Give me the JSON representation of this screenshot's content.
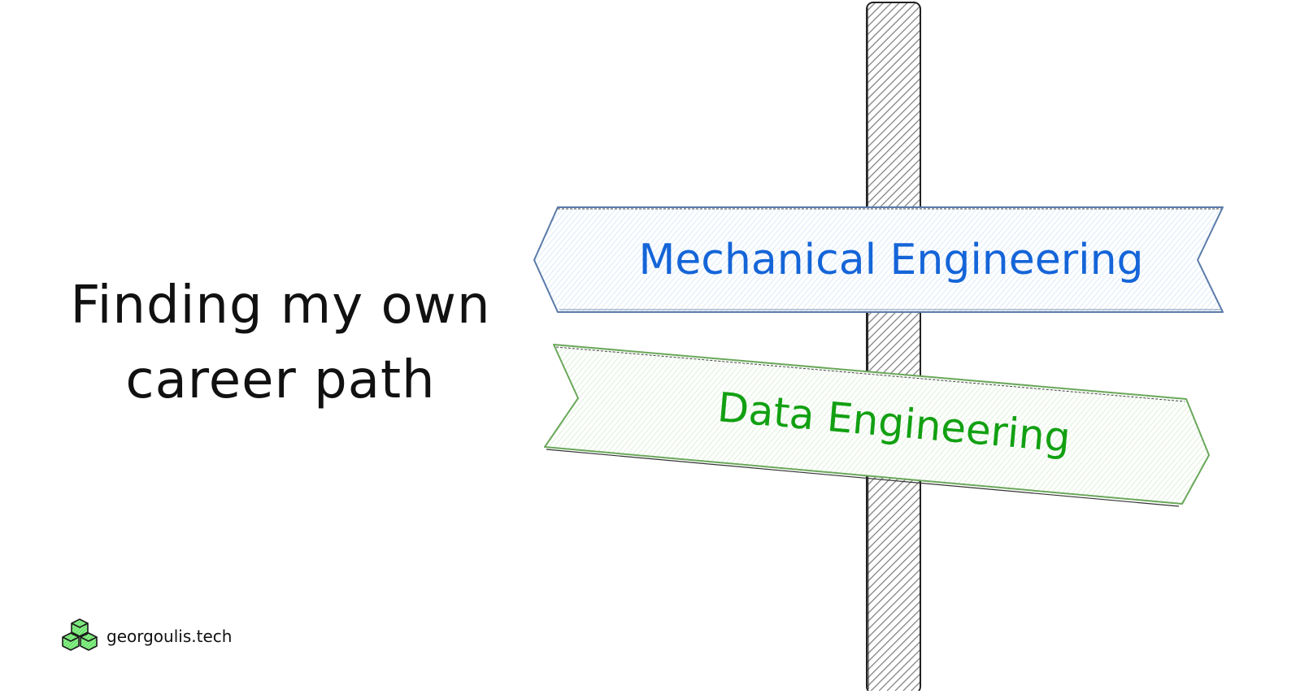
{
  "title": {
    "line1": "Finding my own",
    "line2": "career path"
  },
  "brand": {
    "icon": "green-cubes-icon",
    "text": "georgoulis.tech"
  },
  "signpost": {
    "top_sign": {
      "label": "Mechanical Engineering",
      "direction": "left",
      "text_color": "#1565d8",
      "fill_color": "#eaf3fd",
      "stroke_color": "#5a7aa8"
    },
    "bottom_sign": {
      "label": "Data Engineering",
      "direction": "right",
      "text_color": "#12a012",
      "fill_color": "#eef8ea",
      "stroke_color": "#6aa85a"
    },
    "pole_color": "#888888"
  }
}
